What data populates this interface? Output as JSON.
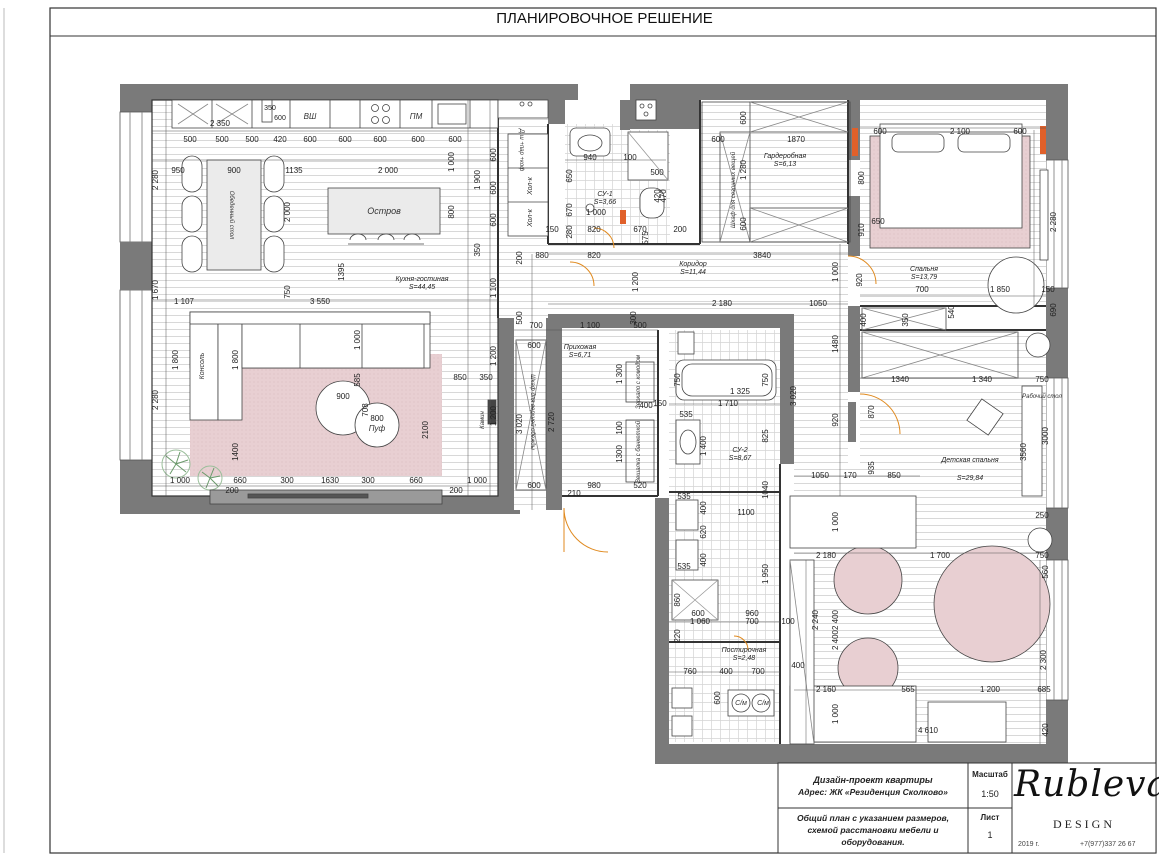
{
  "title": "ПЛАНИРОВОЧНОЕ РЕШЕНИЕ",
  "rooms": {
    "kitchen": {
      "name": "Кухня-гостиная",
      "area": "S=44,45"
    },
    "su1": {
      "name": "СУ-1",
      "area": "S=3,66"
    },
    "wardrobe": {
      "name": "Гардеробная",
      "area": "S=6,13"
    },
    "bedroom": {
      "name": "Спальня",
      "area": "S=13,79"
    },
    "corridor": {
      "name": "Коридор",
      "area": "S=11,44"
    },
    "hall": {
      "name": "Прихожая",
      "area": "S=6,71"
    },
    "su2": {
      "name": "СУ-2",
      "area": "S=8,67"
    },
    "kids": {
      "name": "Детская спальня",
      "area": "S=29,84"
    },
    "laundry": {
      "name": "Постирочная",
      "area": "S=2,48"
    }
  },
  "labels": {
    "island": "Остров",
    "dining_table": "Обеденный стол",
    "console": "Консоль",
    "pouf": "Пуф",
    "fireplace": "Камин",
    "fridge": "Хол-к",
    "fridge2": "Хол-к",
    "dishwasher": "Д.ш +пар +коф",
    "pm": "ПМ",
    "vsh": "ВШ",
    "mirror": "Зеркало с комодом",
    "hanger": "Вешалка с банкеткой",
    "storage": "Шкаф для верхней одежды",
    "season_wardrobe": "Шкаф для сезонных вещей",
    "desk": "Рабочий стол",
    "sm": "С/м",
    "sm2": "С/м"
  },
  "dimensions": {
    "k_top": "2 350",
    "k_350": "350",
    "k_600a": "600",
    "k_r500a": "500",
    "k_r500b": "500",
    "k_r500c": "500",
    "k_r420": "420",
    "k_r600a": "600",
    "k_r600b": "600",
    "k_r600c": "600",
    "k_r600d": "600",
    "k_r600e": "600",
    "k_950": "950",
    "k_900": "900",
    "k_1135": "1135",
    "k_2000": "2 000",
    "k_1000a": "1 000",
    "k_1900": "1 900",
    "k_800": "800",
    "k_350b": "350",
    "k_1395": "1395",
    "k_2280a": "2 280",
    "k_2000v": "2 000",
    "k_600b": "600",
    "k_600c": "600",
    "k_600d": "600",
    "k_1670": "1 670",
    "k_1107": "1 107",
    "k_3550": "3 550",
    "k_750": "750",
    "k_1800": "1 800",
    "k_1800b": "1 800",
    "k_1000b": "1 000",
    "k_585": "585",
    "k_900b": "900",
    "k_708": "708",
    "k_800b": "800",
    "k_850": "850",
    "k_350c": "350",
    "k_1200": "1 200",
    "k_2100": "2100",
    "k_1400": "1400",
    "k_2280b": "2 280",
    "k_b1000": "1 000",
    "k_b660": "660",
    "k_b300": "300",
    "k_b1630": "1630",
    "k_b300b": "300",
    "k_b660b": "660",
    "k_b1000b": "1 000",
    "k_b200": "200",
    "k_b200b": "200",
    "s_940": "940",
    "s_100": "100",
    "s_500": "500",
    "s_650": "650",
    "s_670": "670",
    "s_1000": "1 000",
    "s_420": "420",
    "s_470": "470",
    "s_150": "150",
    "s_280": "280",
    "s_820": "820",
    "s_670b": "670",
    "s_200": "200",
    "s_575": "575",
    "w_600": "600",
    "w_1870": "1870",
    "w_1280": "1 280",
    "w_600b": "600",
    "w_600c": "600",
    "b_600": "600",
    "b_2100": "2 100",
    "b_600b": "600",
    "b_800": "800",
    "b_650": "650",
    "b_910": "910",
    "b_2280": "2 280",
    "b_920": "920",
    "b_700": "700",
    "b_1850": "1 850",
    "b_150": "150",
    "b_690": "690",
    "b_540": "540",
    "b_350": "350",
    "b_400": "400",
    "c_880": "880",
    "c_820": "820",
    "c_3840": "3840",
    "c_200": "200",
    "c_1200": "1 200",
    "c_1000": "1 000",
    "c_2180": "2 180",
    "c_1050": "1050",
    "c_1100": "1 100",
    "c_500": "500",
    "c_300": "300",
    "h_700": "700",
    "h_1100": "1 100",
    "h_500": "500",
    "h_600": "600",
    "h_2720": "2 720",
    "h_3020": "3 020",
    "h_1300": "1 300",
    "h_1300b": "1300",
    "h_1200": "1 200",
    "h_100": "100",
    "h_400": "400",
    "h_600b": "600",
    "h_210": "210",
    "h_980": "980",
    "h_520": "520",
    "u_1325": "1 325",
    "u_750": "750",
    "u_750b": "750",
    "u_1710": "1 710",
    "u_535": "535",
    "u_1400": "1 400",
    "u_825": "825",
    "u_3020": "3 020",
    "u_535b": "535",
    "u_1100": "1100",
    "u_1040": "1040",
    "u_400": "400",
    "u_620": "620",
    "u_400b": "400",
    "u_535c": "535",
    "u_1950": "1 950",
    "u_150": "150",
    "l_600": "600",
    "l_1060": "1 060",
    "l_960": "960",
    "l_700": "700",
    "l_100": "100",
    "l_760": "760",
    "l_400": "400",
    "l_700b": "700",
    "l_600b": "600",
    "l_220": "220",
    "l_860": "860",
    "d_1340": "1340",
    "d_1340b": "1 340",
    "d_750": "750",
    "d_920": "920",
    "d_1480": "1480",
    "d_870": "870",
    "d_3000": "3000",
    "d_3560": "3560",
    "d_1050": "1050",
    "d_170": "170",
    "d_850": "850",
    "d_935": "935",
    "d_1000": "1 000",
    "d_250": "250",
    "d_2180": "2 180",
    "d_1700": "1 700",
    "d_750b": "750",
    "d_560": "560",
    "d_2240": "2 240",
    "d_2400": "2 400",
    "d_2400b": "2 400",
    "d_2300": "2 300",
    "d_400": "400",
    "d_2160": "2 160",
    "d_565": "565",
    "d_1200": "1 200",
    "d_685": "685",
    "d_1000b": "1 000",
    "d_4610": "4 610",
    "d_420": "420"
  },
  "stamp": {
    "project": "Дизайн-проект квартиры",
    "address": "Адрес:  ЖК «Резиденция Сколково»",
    "description": "Общий план с указанием размеров, схемой расстановки мебели и оборудования.",
    "scale_label": "Масштаб",
    "scale_value": "1:50",
    "sheet_label": "Лист",
    "sheet_value": "1",
    "brand": "Rubleva",
    "brand_sub": "DESIGN",
    "year": "2019 г.",
    "phone": "+7(977)337 26 67"
  }
}
